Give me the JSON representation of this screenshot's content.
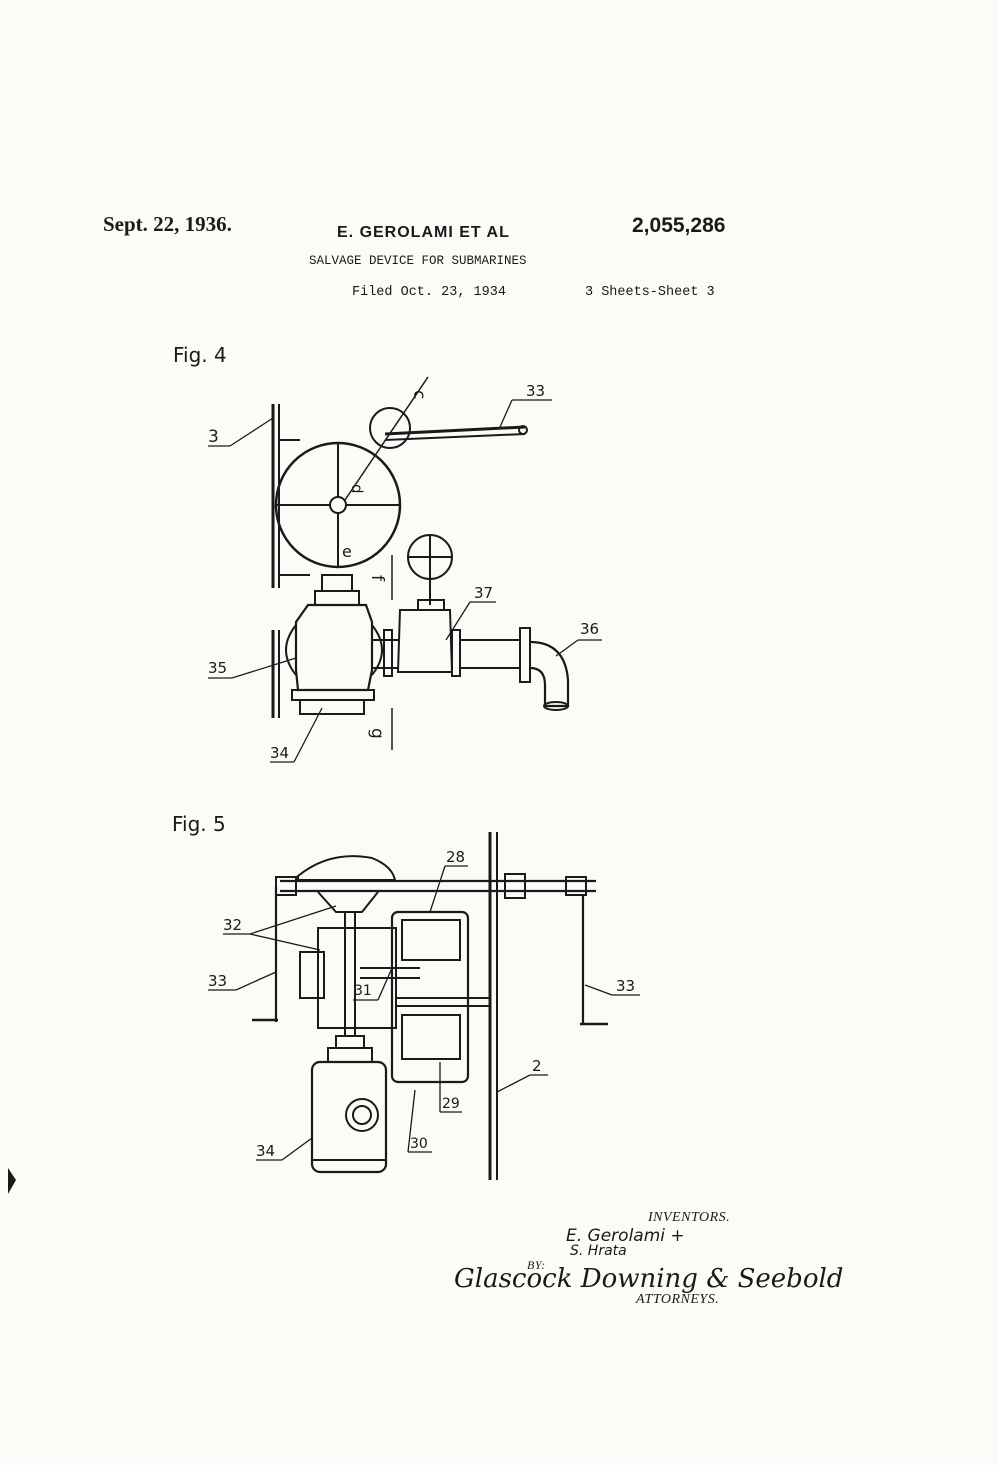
{
  "header": {
    "date": "Sept. 22, 1936.",
    "inventors": "E. GEROLAMI ET AL",
    "patent_number": "2,055,286",
    "title": "SALVAGE DEVICE FOR SUBMARINES",
    "filed": "Filed Oct. 23, 1934",
    "sheets": "3 Sheets-Sheet 3"
  },
  "fig4": {
    "label": "Fig. 4",
    "refs": [
      "33",
      "3",
      "37",
      "36",
      "35",
      "34"
    ],
    "letters": [
      "c",
      "d",
      "e",
      "f",
      "g"
    ]
  },
  "fig5": {
    "label": "Fig. 5",
    "refs": [
      "28",
      "32",
      "33",
      "31",
      "33",
      "2",
      "29",
      "30",
      "34"
    ]
  },
  "signature": {
    "inventors_heading": "INVENTORS.",
    "inventor_names": "E. Gerolami +",
    "inventor_names_2": "S. Hrata",
    "by": "BY:",
    "firm": "Glascock Downing & Seebold",
    "attorneys_heading": "ATTORNEYS."
  }
}
